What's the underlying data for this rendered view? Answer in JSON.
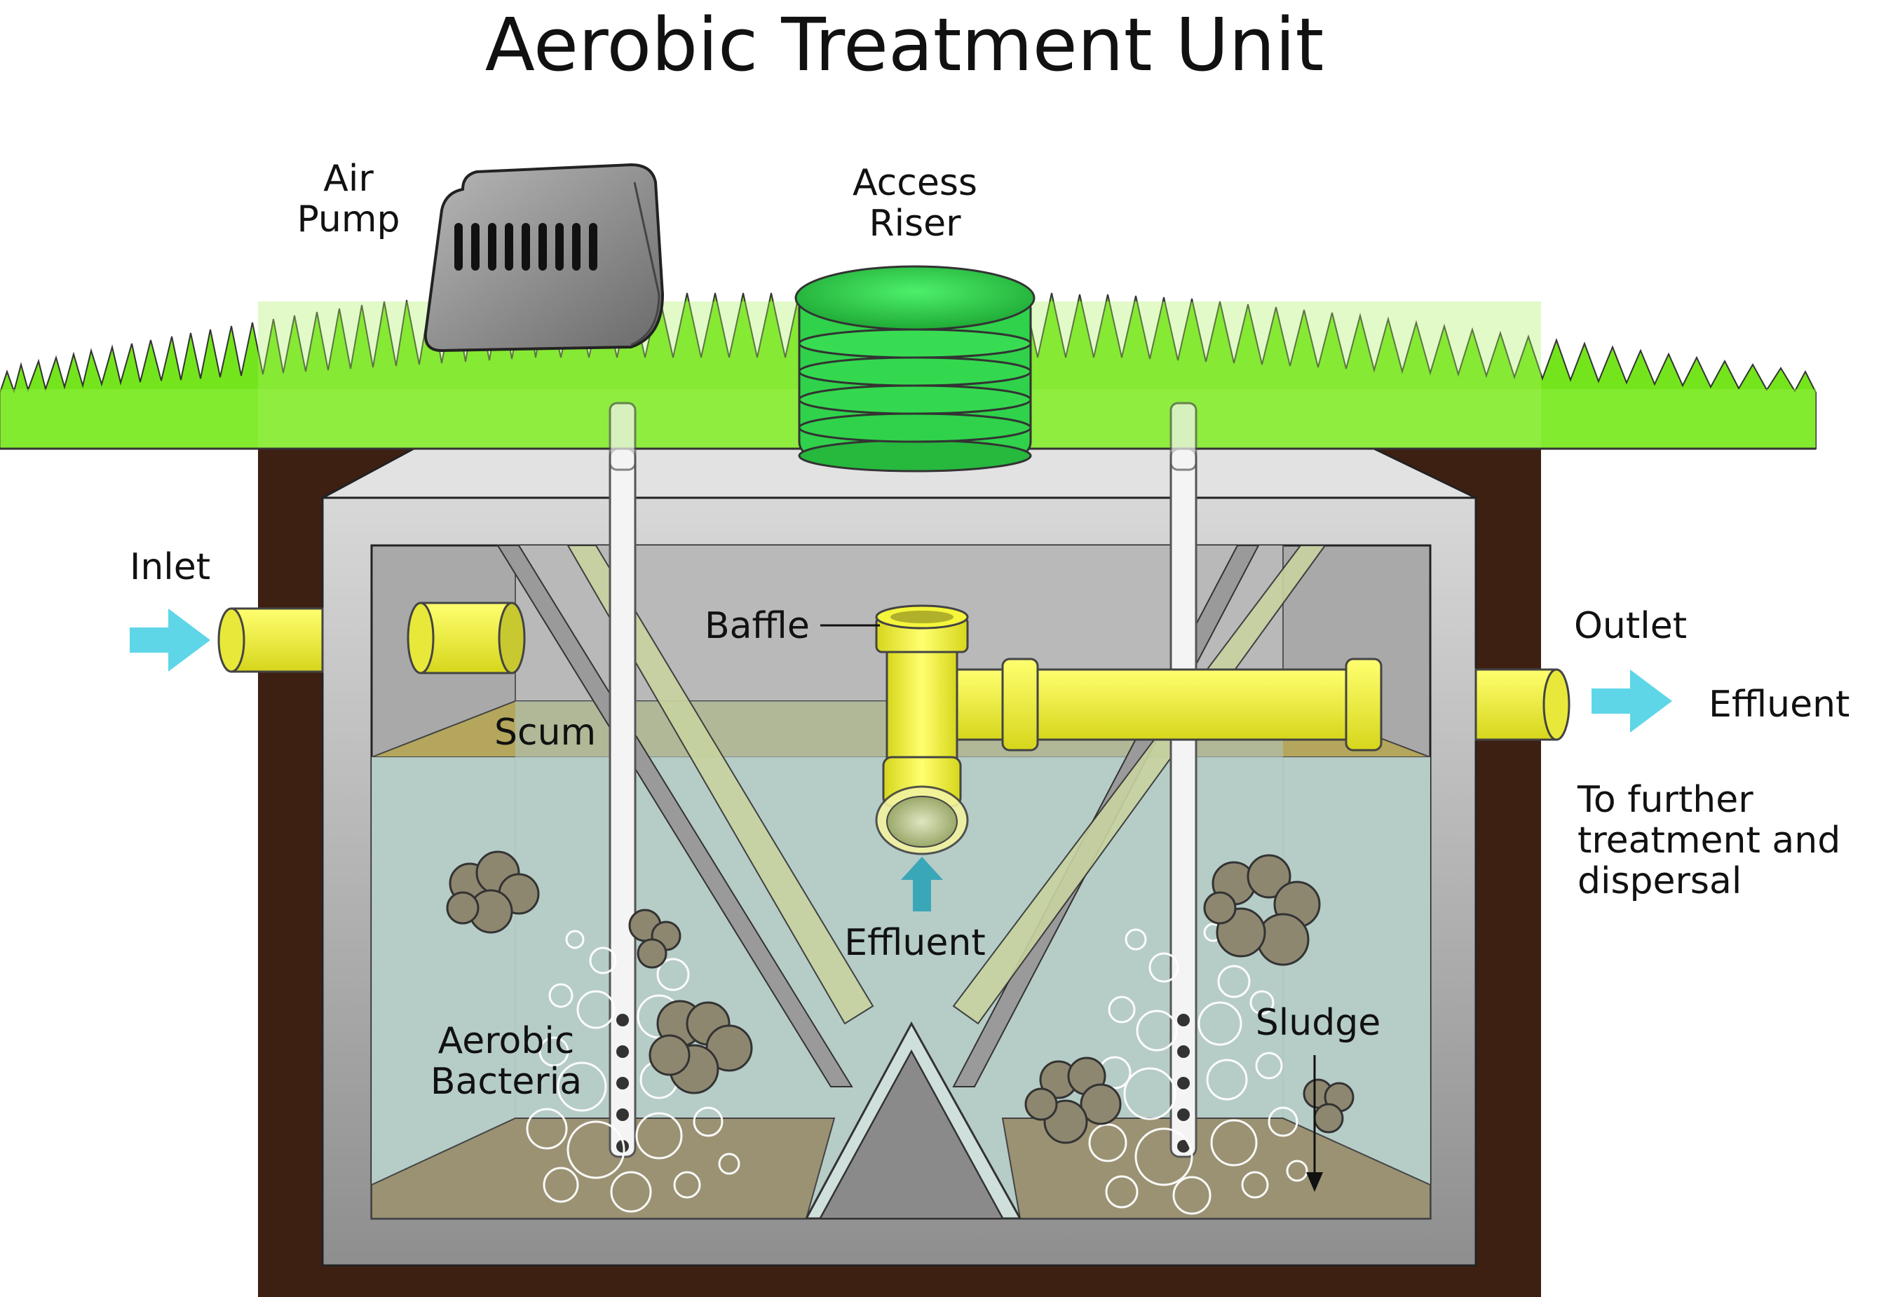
{
  "diagram": {
    "title": "Aerobic Treatment Unit",
    "labels": {
      "air_pump_line1": "Air",
      "air_pump_line2": "Pump",
      "access_riser_line1": "Access",
      "access_riser_line2": "Riser",
      "inlet": "Inlet",
      "outlet": "Outlet",
      "effluent_out": "Effluent",
      "further_line1": "To further",
      "further_line2": "treatment and",
      "further_line3": "dispersal",
      "baffle": "Baffle",
      "scum": "Scum",
      "effluent_inner": "Effluent",
      "aerobic_line1": "Aerobic",
      "aerobic_line2": "Bacteria",
      "sludge": "Sludge"
    },
    "colors": {
      "grass": "#6fe21a",
      "soil": "#3d2012",
      "tank_concrete": "#c9c9c9",
      "water": "#b6cdc8",
      "scum": "#b4a65c",
      "sludge": "#9a9273",
      "pipe_yellow": "#f5f53c",
      "riser_green": "#2fd24a",
      "arrow_cyan": "#5fd6e8",
      "air_pump_gray": "#8c8c8c"
    }
  }
}
